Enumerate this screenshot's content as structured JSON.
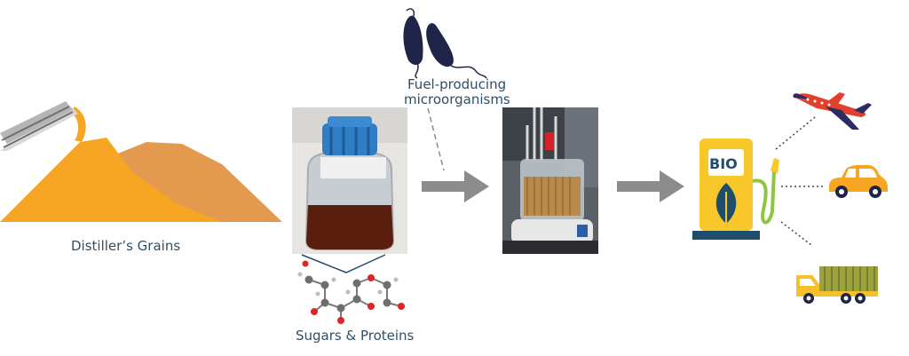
{
  "labels": {
    "grains": "Distiller’s Grains",
    "microbes_line1": "Fuel-producing",
    "microbes_line2": "microorganisms",
    "sugars": "Sugars & Proteins",
    "pump": "BIO"
  },
  "colors": {
    "grain_light": "#f6a623",
    "grain_dark": "#e39a4f",
    "arrow": "#8c8c8c",
    "microbe": "#1f2549",
    "text": "#2f4f66",
    "pump_yellow": "#f8c82a",
    "pump_blue": "#1f4e6d",
    "hose_green": "#8dc63f",
    "plane_red": "#e2402d",
    "plane_navy": "#2a2b63",
    "car_orange": "#f7a623",
    "truck_yellow": "#f6c02d",
    "cargo_olive": "#9da33c"
  },
  "icons": [
    "grain-pile-icon",
    "chute-icon",
    "jar-photo-icon",
    "molecule-icon",
    "microbe-icon",
    "bioreactor-photo-icon",
    "arrow-right-icon",
    "fuel-pump-icon",
    "leaf-icon",
    "airplane-icon",
    "car-icon",
    "truck-icon"
  ]
}
